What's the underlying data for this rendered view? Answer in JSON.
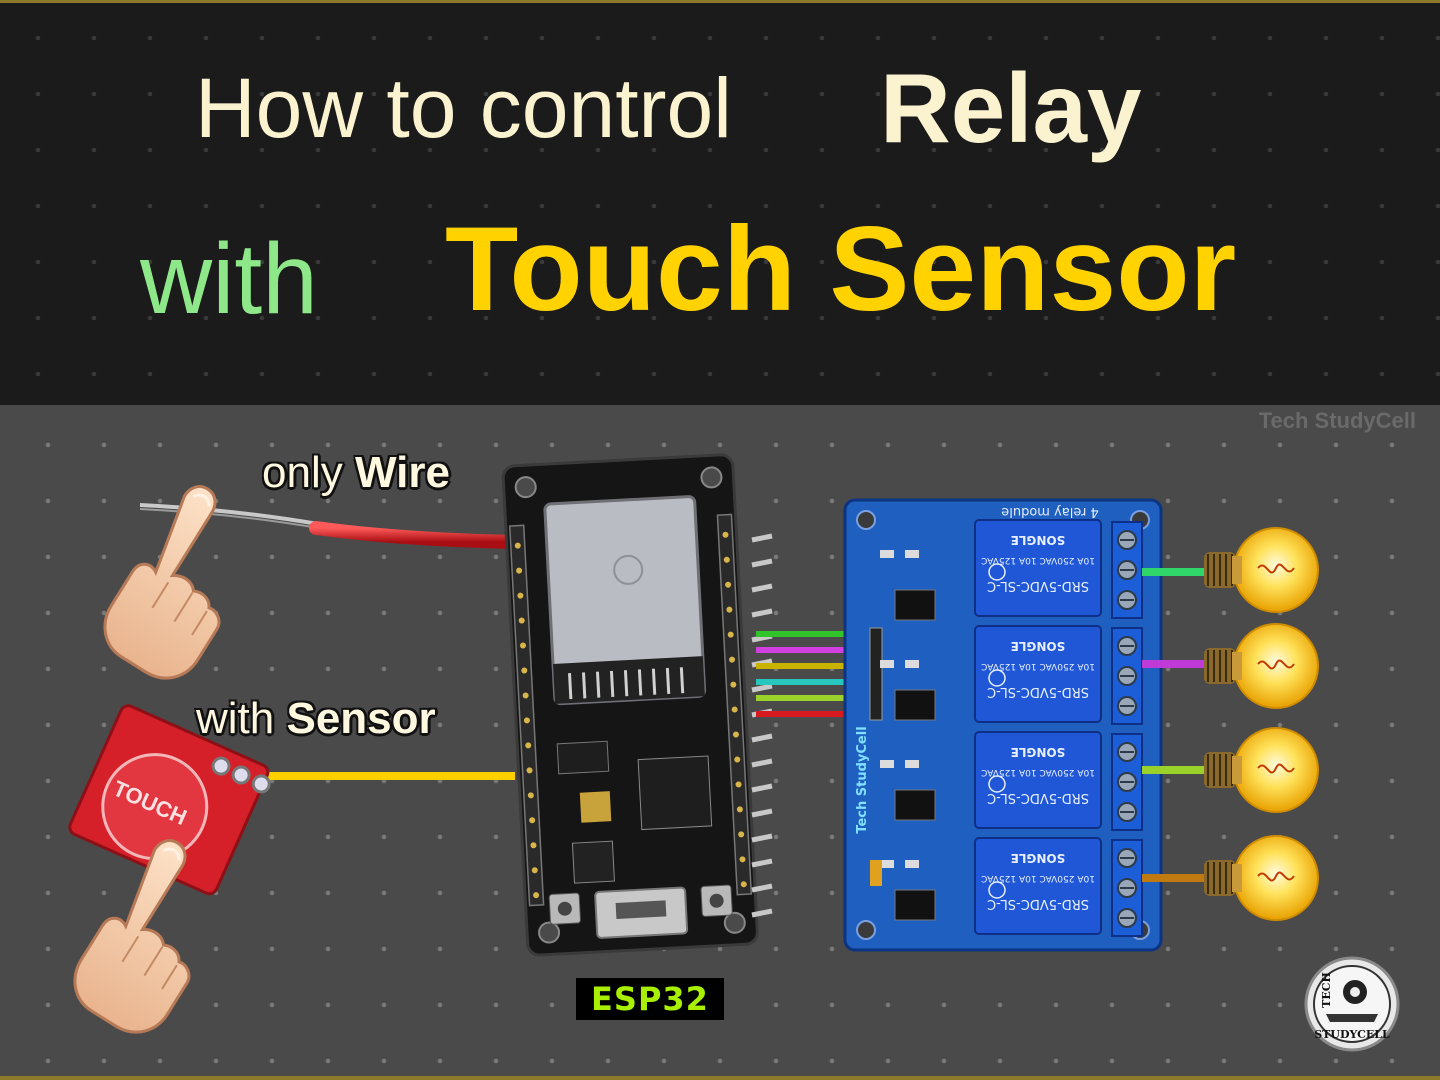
{
  "title": {
    "line1_prefix": "How to control",
    "line1_emphasis": "Relay",
    "line2_prefix": "with",
    "line2_emphasis": "Touch Sensor"
  },
  "labels": {
    "only": "only",
    "wire": "Wire",
    "with": "with",
    "sensor": "Sensor",
    "watermark": "Tech StudyCell",
    "esp32": "ESP32",
    "touch_pad": "TOUCH",
    "relay_module": "4 relay module",
    "relay_brand": "Tech StudyCell",
    "relay_part": "SRD-5VDC-SL-C",
    "relay_maker": "SONGLE",
    "logo_top": "TECH",
    "logo_bottom": "STUDYCELL"
  },
  "colors": {
    "header_bg": "#1b1b1b",
    "workspace_bg": "#4a4a4a",
    "title_cream": "#fbf3d0",
    "title_green": "#8ee88a",
    "title_yellow": "#ffd200",
    "relay_board": "#1f5fc0",
    "relay_block": "#1f57d6",
    "esp_board": "#151515",
    "wire_red": "#d8191f",
    "wire_yellow": "#ffd000",
    "wire_colors": [
      "#31c42a",
      "#d23fe0",
      "#c7b300",
      "#27c7c0",
      "#9ad12a",
      "#d8191f"
    ],
    "bulb_wire_colors": [
      "#31d66a",
      "#c03ad8",
      "#9ad12a",
      "#c07a10"
    ]
  },
  "icons": [
    "finger-pointing-icon",
    "light-bulb-icon",
    "tech-studycell-logo"
  ]
}
